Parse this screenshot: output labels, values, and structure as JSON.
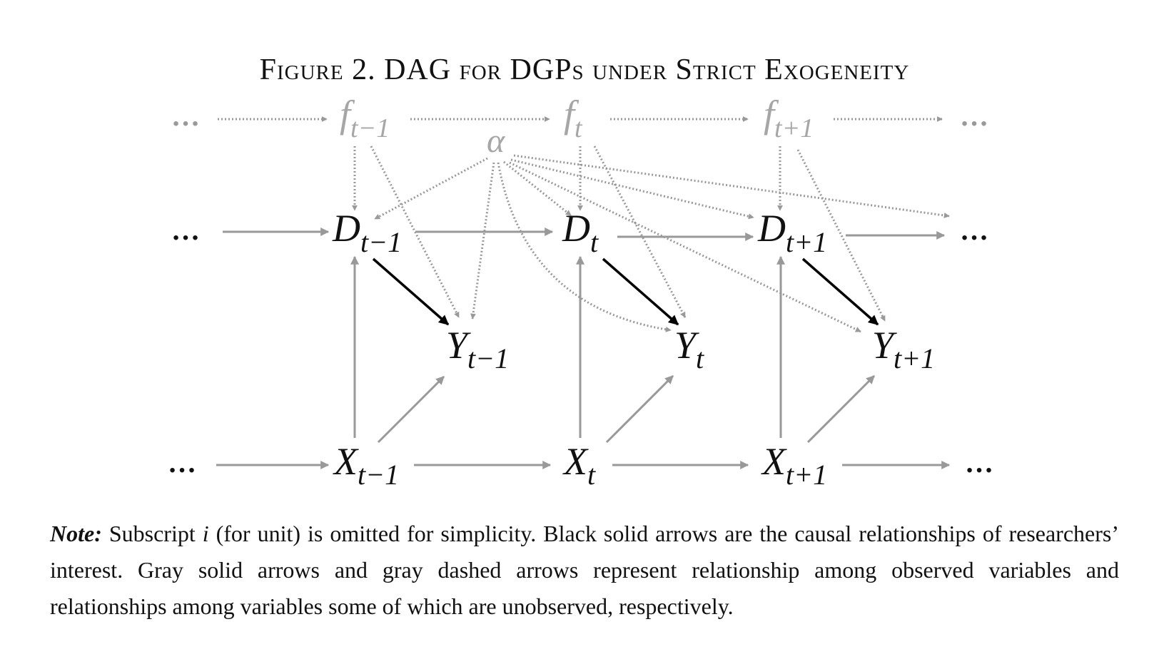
{
  "figure": {
    "title": "Figure 2. DAG for DGPs under Strict Exogeneity"
  },
  "diagram": {
    "ellipsis": "…",
    "nodes": {
      "f_prev": {
        "base": "f",
        "sub": "t−1"
      },
      "f_cur": {
        "base": "f",
        "sub": "t"
      },
      "f_next": {
        "base": "f",
        "sub": "t+1"
      },
      "alpha": {
        "base": "α"
      },
      "D_prev": {
        "base": "D",
        "sub": "t−1"
      },
      "D_cur": {
        "base": "D",
        "sub": "t"
      },
      "D_next": {
        "base": "D",
        "sub": "t+1"
      },
      "Y_prev": {
        "base": "Y",
        "sub": "t−1"
      },
      "Y_cur": {
        "base": "Y",
        "sub": "t"
      },
      "Y_next": {
        "base": "Y",
        "sub": "t+1"
      },
      "X_prev": {
        "base": "X",
        "sub": "t−1"
      },
      "X_cur": {
        "base": "X",
        "sub": "t"
      },
      "X_next": {
        "base": "X",
        "sub": "t+1"
      }
    },
    "colors": {
      "causal": "#000000",
      "observed": "#999999",
      "unobserved": "#999999",
      "latent_text": "#a6a6a6",
      "text": "#111111"
    }
  },
  "note": {
    "lead": "Note:",
    "text_a": " Subscript ",
    "sym": "i",
    "text_b": " (for unit) is omitted for simplicity. Black solid arrows are the causal relationships of researchers’ interest. Gray solid arrows and gray dashed arrows represent relationship among observed variables and relationships among variables some of which are unobserved, respectively."
  }
}
